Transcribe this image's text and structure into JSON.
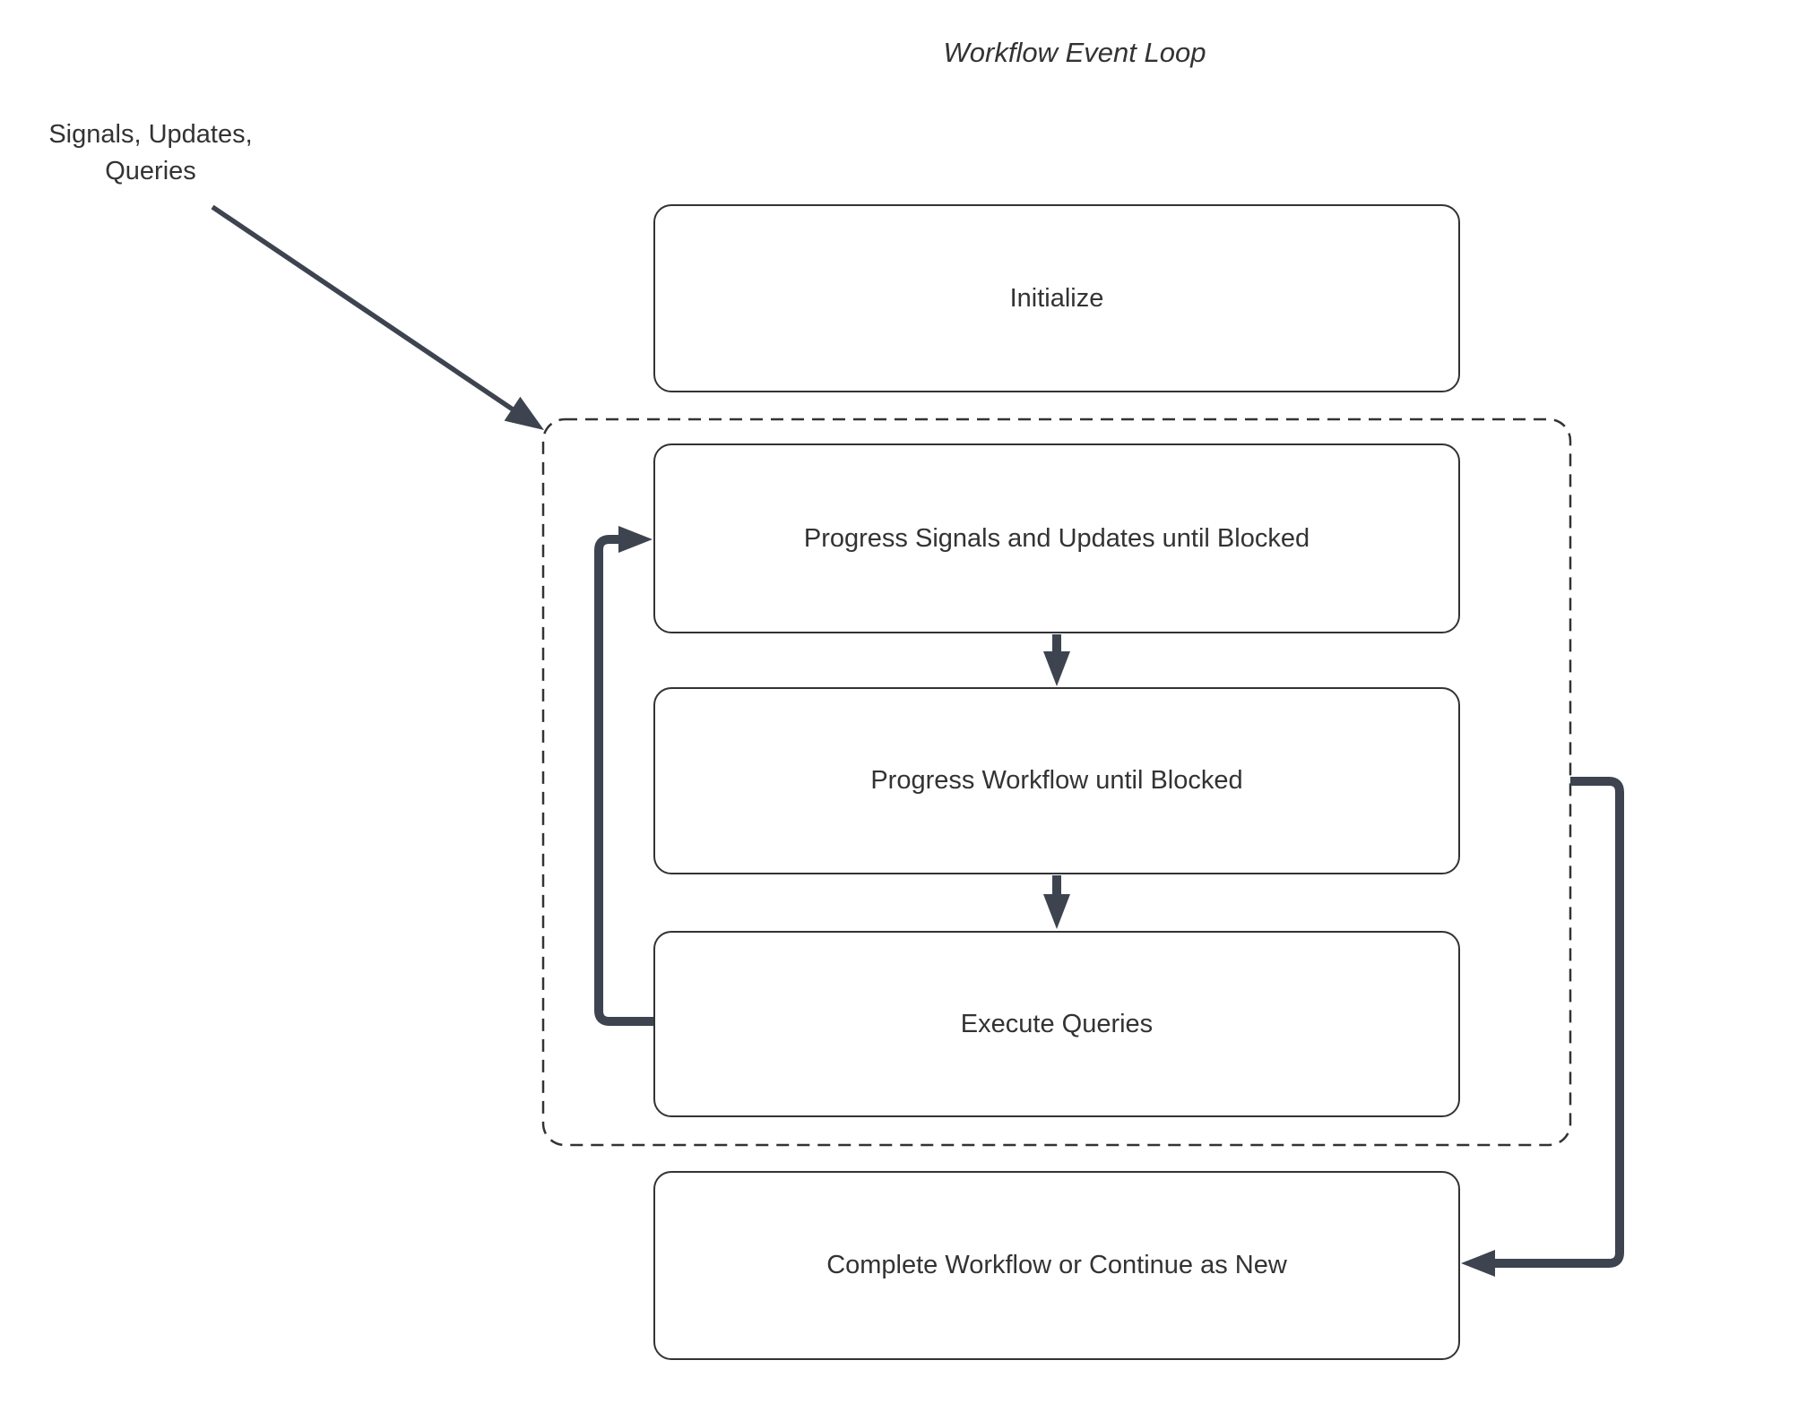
{
  "diagram": {
    "title": "Workflow Event Loop",
    "input_label": "Signals, Updates,\nQueries",
    "nodes": [
      {
        "id": "initialize",
        "label": "Initialize"
      },
      {
        "id": "progress-signals",
        "label": "Progress Signals and Updates until Blocked"
      },
      {
        "id": "progress-workflow",
        "label": "Progress Workflow until Blocked"
      },
      {
        "id": "execute-queries",
        "label": "Execute Queries"
      },
      {
        "id": "complete",
        "label": "Complete Workflow or Continue as New"
      }
    ],
    "containers": [
      {
        "id": "event-loop",
        "contains": [
          "progress-signals",
          "progress-workflow",
          "execute-queries"
        ],
        "style": "dashed"
      }
    ],
    "edges": [
      {
        "from": "signals-updates-queries-label",
        "to": "event-loop"
      },
      {
        "from": "progress-signals",
        "to": "progress-workflow"
      },
      {
        "from": "progress-workflow",
        "to": "execute-queries"
      },
      {
        "from": "execute-queries",
        "to": "progress-signals"
      },
      {
        "from": "event-loop",
        "to": "complete"
      }
    ],
    "colors": {
      "edge": "#3d4450",
      "border": "#333333",
      "text": "#333333",
      "background": "#ffffff"
    }
  }
}
